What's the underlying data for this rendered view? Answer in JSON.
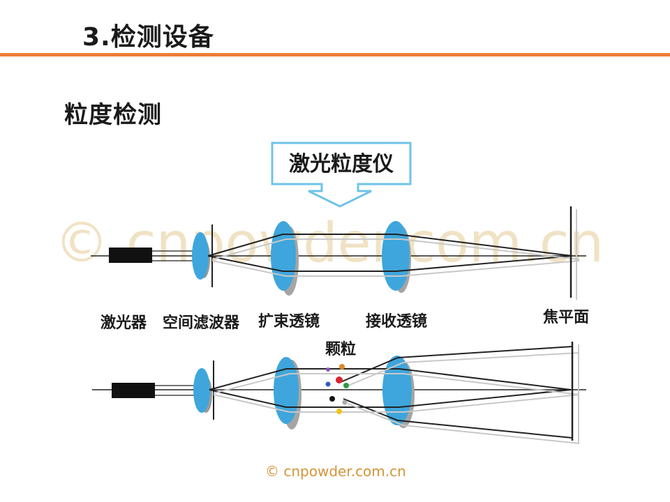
{
  "slide": {
    "title": "3.检测设备",
    "section_heading": "粒度检测"
  },
  "diagram": {
    "callout_label": "激光粒度仪",
    "top_labels": {
      "laser": "激光器",
      "spatial_filter": "空间滤波器",
      "expander_lens": "扩束透镜",
      "receiving_lens": "接收透镜",
      "focal_plane": "焦平面"
    },
    "particles_label": "颗粒",
    "watermark": "© cnpowder.com.cn"
  },
  "footer": {
    "credit": "© cnpowder.com.cn"
  },
  "colors": {
    "accent_rule": "#ee7d35",
    "lens_blue": "#3ea6dc",
    "callout_border": "#6fc3e8",
    "watermark": "#f0e2c4",
    "footer_text": "#d4943a"
  }
}
